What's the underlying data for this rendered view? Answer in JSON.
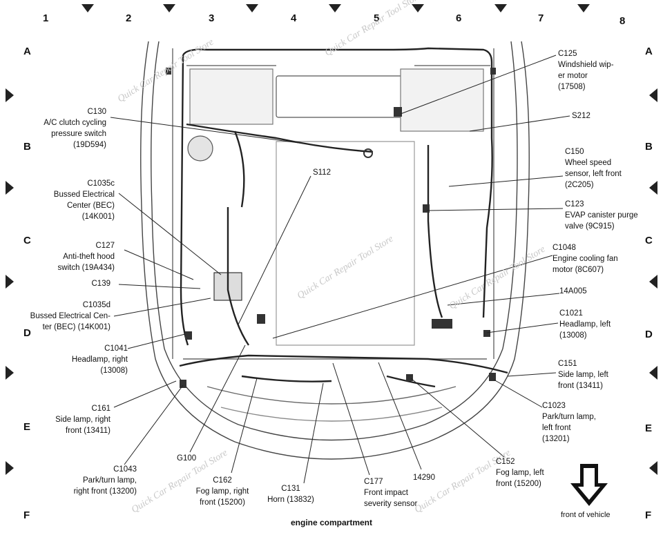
{
  "grid": {
    "columns": [
      "1",
      "2",
      "3",
      "4",
      "5",
      "6",
      "7",
      "8"
    ],
    "rows": [
      "A",
      "B",
      "C",
      "D",
      "E",
      "F"
    ]
  },
  "watermark": "Quick Car Repair Tool Store",
  "caption": "engine compartment",
  "front_label": "front of vehicle",
  "labels": {
    "c125": "C125\nWindshield wip-\ner motor\n(17508)",
    "s212": "S212",
    "c150": "C150\nWheel speed\nsensor, left front\n(2C205)",
    "c123": "C123\nEVAP canister purge\nvalve (9C915)",
    "c1048": "C1048\nEngine cooling fan\nmotor (8C607)",
    "n14a005": "14A005",
    "c1021": "C1021\nHeadlamp, left\n(13008)",
    "c151": "C151\nSide lamp, left\nfront (13411)",
    "c1023": "C1023\nPark/turn lamp,\nleft front\n(13201)",
    "c152": "C152\nFog lamp, left\nfront (15200)",
    "c130": "C130\nA/C clutch cycling\npressure switch\n(19D594)",
    "s112": "S112",
    "c1035c": "C1035c\nBussed Electrical\nCenter (BEC)\n(14K001)",
    "c127": "C127\nAnti-theft hood\nswitch (19A434)",
    "c139": "C139",
    "c1035d": "C1035d\nBussed Electrical Cen-\nter (BEC) (14K001)",
    "c1041": "C1041\nHeadlamp, right\n(13008)",
    "c161": "C161\nSide lamp, right\nfront (13411)",
    "c1043": "C1043\nPark/turn lamp,\nright front (13200)",
    "g100": "G100",
    "c162": "C162\nFog lamp, right\nfront (15200)",
    "c131": "C131\nHorn (13832)",
    "c177": "C177\nFront impact\nseverity sensor",
    "n14290": "14290"
  }
}
